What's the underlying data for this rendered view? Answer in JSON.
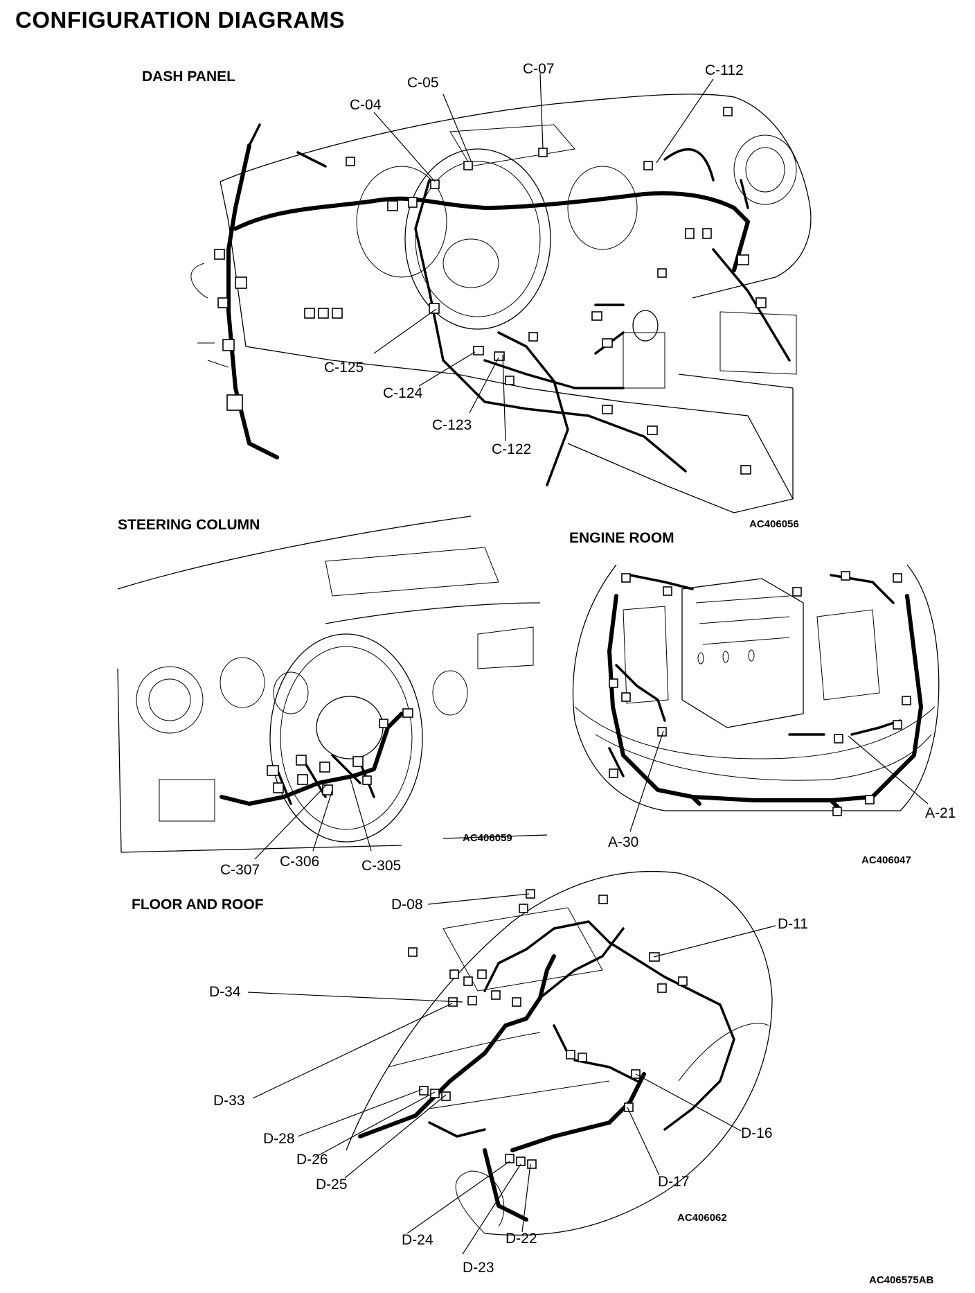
{
  "title": "CONFIGURATION DIAGRAMS",
  "doc_code": "AC406575AB",
  "sections": {
    "dash": {
      "title": "DASH PANEL",
      "code": "AC406056",
      "labels": [
        "C-05",
        "C-07",
        "C-112",
        "C-04",
        "C-125",
        "C-124",
        "C-123",
        "C-122"
      ]
    },
    "steering": {
      "title": "STEERING COLUMN",
      "code": "AC406059",
      "labels": [
        "C-307",
        "C-306",
        "C-305"
      ]
    },
    "engine": {
      "title": "ENGINE ROOM",
      "code": "AC406047",
      "labels": [
        "A-21",
        "A-30"
      ]
    },
    "floor": {
      "title": "FLOOR AND ROOF",
      "code": "AC406062",
      "labels": [
        "D-08",
        "D-11",
        "D-34",
        "D-33",
        "D-28",
        "D-26",
        "D-25",
        "D-24",
        "D-23",
        "D-22",
        "D-16",
        "D-17"
      ]
    }
  }
}
